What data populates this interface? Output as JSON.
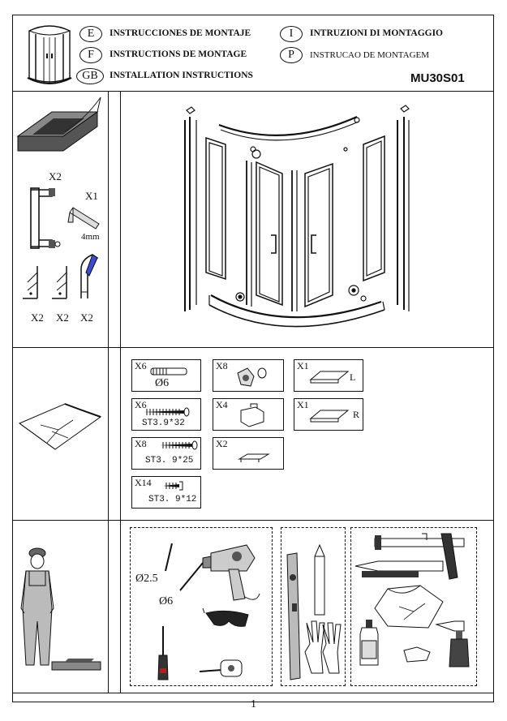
{
  "header": {
    "languages": [
      {
        "code": "E",
        "text": "INSTRUCCIONES DE MONTAJE"
      },
      {
        "code": "F",
        "text": "INSTRUCTIONS DE MONTAGE"
      },
      {
        "code": "GB",
        "text": "INSTALLATION INSTRUCTIONS"
      },
      {
        "code": "I",
        "text": "INTRUZIONI DI MONTAGGIO"
      },
      {
        "code": "P",
        "text": "INSTRUCAO DE MONTAGEM"
      }
    ],
    "model": "MU30S01"
  },
  "accessories": {
    "handle_qty": "X2",
    "key_qty": "X1",
    "key_size": "4mm",
    "seal_qtys": [
      "X2",
      "X2",
      "X2"
    ]
  },
  "parts": [
    {
      "qty": "X6",
      "label": "Ø6"
    },
    {
      "qty": "X8",
      "label": ""
    },
    {
      "qty": "X1",
      "label": "L"
    },
    {
      "qty": "X6",
      "label": "ST3.9*32"
    },
    {
      "qty": "X4",
      "label": ""
    },
    {
      "qty": "X1",
      "label": "R"
    },
    {
      "qty": "X8",
      "label": "ST3. 9*25"
    },
    {
      "qty": "X2",
      "label": ""
    },
    {
      "qty": "X14",
      "label": "ST3. 9*12"
    }
  ],
  "tools": {
    "bit_small": "Ø2.5",
    "bit_large": "Ø6"
  },
  "page_number": "1"
}
